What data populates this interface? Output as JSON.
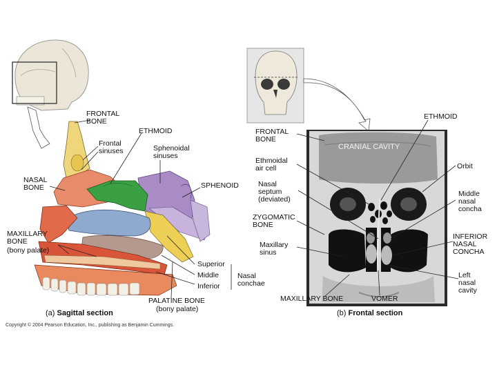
{
  "left_panel": {
    "labels": {
      "frontal_bone": "FRONTAL\nBONE",
      "ethmoid": "ETHMOID",
      "frontal_sinuses": "Frontal\nsinuses",
      "sphenoidal_sinuses": "Sphenoidal\nsinuses",
      "nasal_bone": "NASAL\nBONE",
      "sphenoid": "SPHENOID",
      "maxillary_bone": "MAXILLARY\nBONE",
      "bony_palate_1": "(bony palate)",
      "superior": "Superior",
      "middle": "Middle",
      "inferior": "Inferior",
      "nasal_conchae": "Nasal\nconchae",
      "palatine_bone": "PALATINE BONE",
      "bony_palate_2": "(bony palate)"
    },
    "caption_letter": "(a)",
    "caption": "Sagittal section"
  },
  "right_panel": {
    "labels": {
      "ethmoid": "ETHMOID",
      "frontal_bone": "FRONTAL\nBONE",
      "cranial_cavity": "CRANIAL CAVITY",
      "ethmoidal_air_cell": "Ethmoidal\nair cell",
      "orbit": "Orbit",
      "nasal_septum": "Nasal\nseptum\n(deviated)",
      "middle_nasal_concha": "Middle\nnasal\nconcha",
      "zygomatic_bone": "ZYGOMATIC\nBONE",
      "inferior_nasal_concha": "INFERIOR\nNASAL\nCONCHA",
      "maxillary_sinus": "Maxillary\nsinus",
      "left_nasal_cavity": "Left\nnasal\ncavity",
      "maxillary_bone": "MAXILLARY BONE",
      "vomer": "VOMER"
    },
    "caption_letter": "(b)",
    "caption": "Frontal section"
  },
  "copyright": "Copyright © 2004 Pearson Education, Inc., publishing as Benjamin Cummings.",
  "colors": {
    "frontal": "#f0d67a",
    "ethmoid": "#3aa043",
    "sphenoid": "#a98bc6",
    "maxillary": "#e06a4a",
    "concha": "#8fa9cf",
    "palatine": "#eccf54",
    "teeth": "#f2efe6"
  }
}
